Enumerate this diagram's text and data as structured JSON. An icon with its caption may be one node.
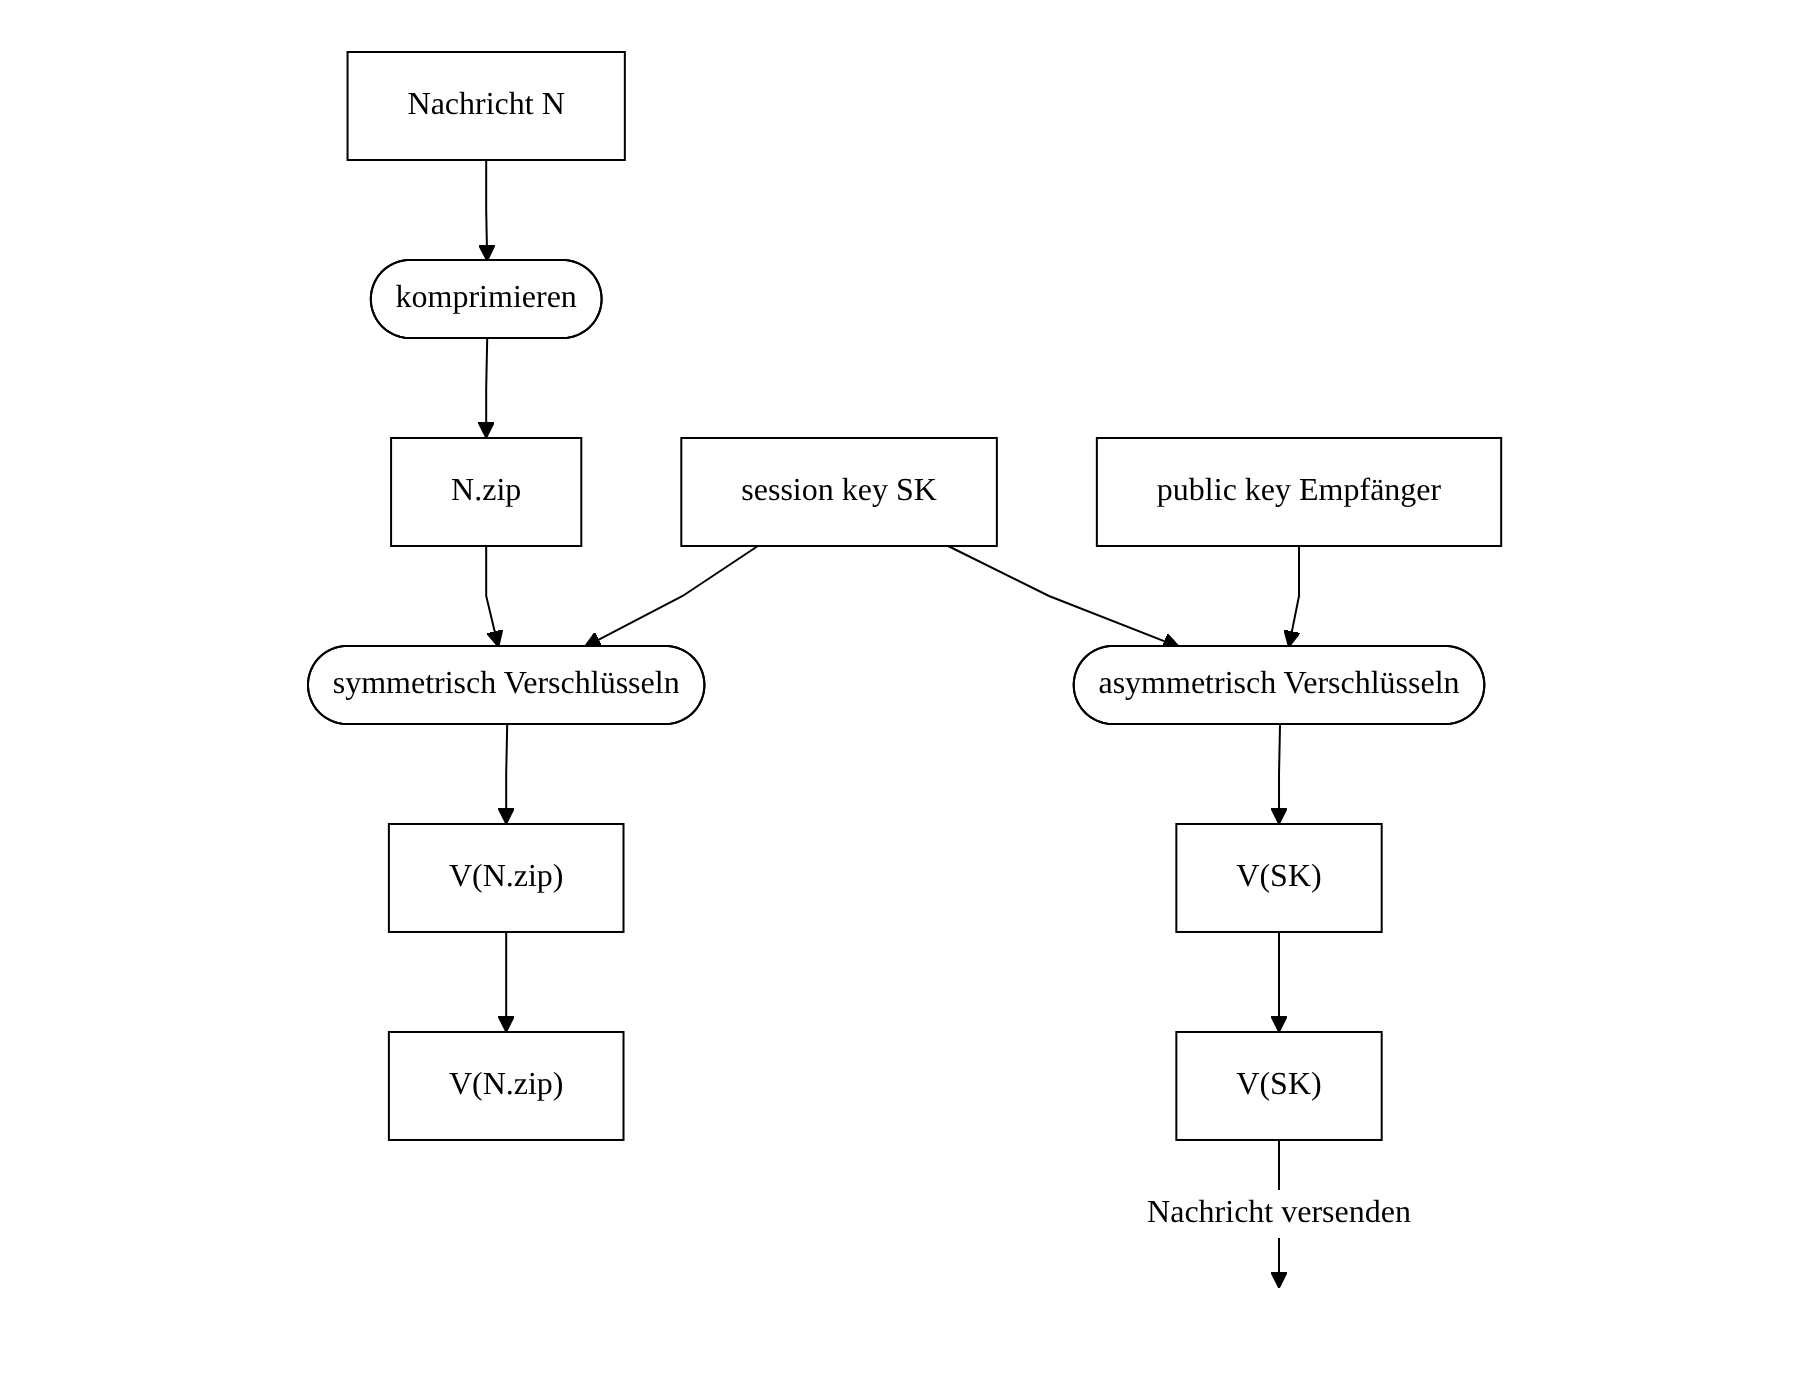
{
  "diagram": {
    "nodes": [
      {
        "text": [
          "Nachricht N"
        ]
      },
      {
        "text": [
          "komprimieren"
        ]
      },
      {
        "text": [
          "session key SK"
        ]
      },
      {
        "text": [
          "N.zip"
        ]
      },
      {
        "text": [
          "asymmetrisch Verschlüsseln"
        ]
      },
      {
        "text": [
          "public key Empfänger"
        ]
      },
      {
        "text": [
          "symmetrisch Verschlüsseln"
        ]
      },
      {
        "text": [
          "V(N.zip)"
        ]
      },
      {
        "text": [
          "V(SK)"
        ]
      },
      {
        "text": [
          "V(N.zip)"
        ]
      },
      {
        "text": [
          "V(SK)"
        ]
      }
    ],
    "edges": [
      {
        "from": 0,
        "to": 1,
        "arrow": "to"
      },
      {
        "from": 1,
        "to": 3,
        "arrow": "to"
      },
      {
        "from": 3,
        "to": 6,
        "arrow": "to"
      },
      {
        "from": 2,
        "to": 6,
        "arrow": "to"
      },
      {
        "from": 2,
        "to": 4,
        "arrow": "to"
      },
      {
        "from": 5,
        "to": 4,
        "arrow": "to"
      },
      {
        "from": 6,
        "to": 7,
        "arrow": "to"
      },
      {
        "from": 4,
        "to": 8,
        "arrow": "to"
      },
      {
        "from": 7,
        "to": 9,
        "arrow": "to"
      },
      {
        "from": 8,
        "to": 10,
        "arrow": "to"
      },
      {
        "from": 10,
        "to": null,
        "label": "Nachricht versenden",
        "arrow": "to"
      }
    ]
  }
}
